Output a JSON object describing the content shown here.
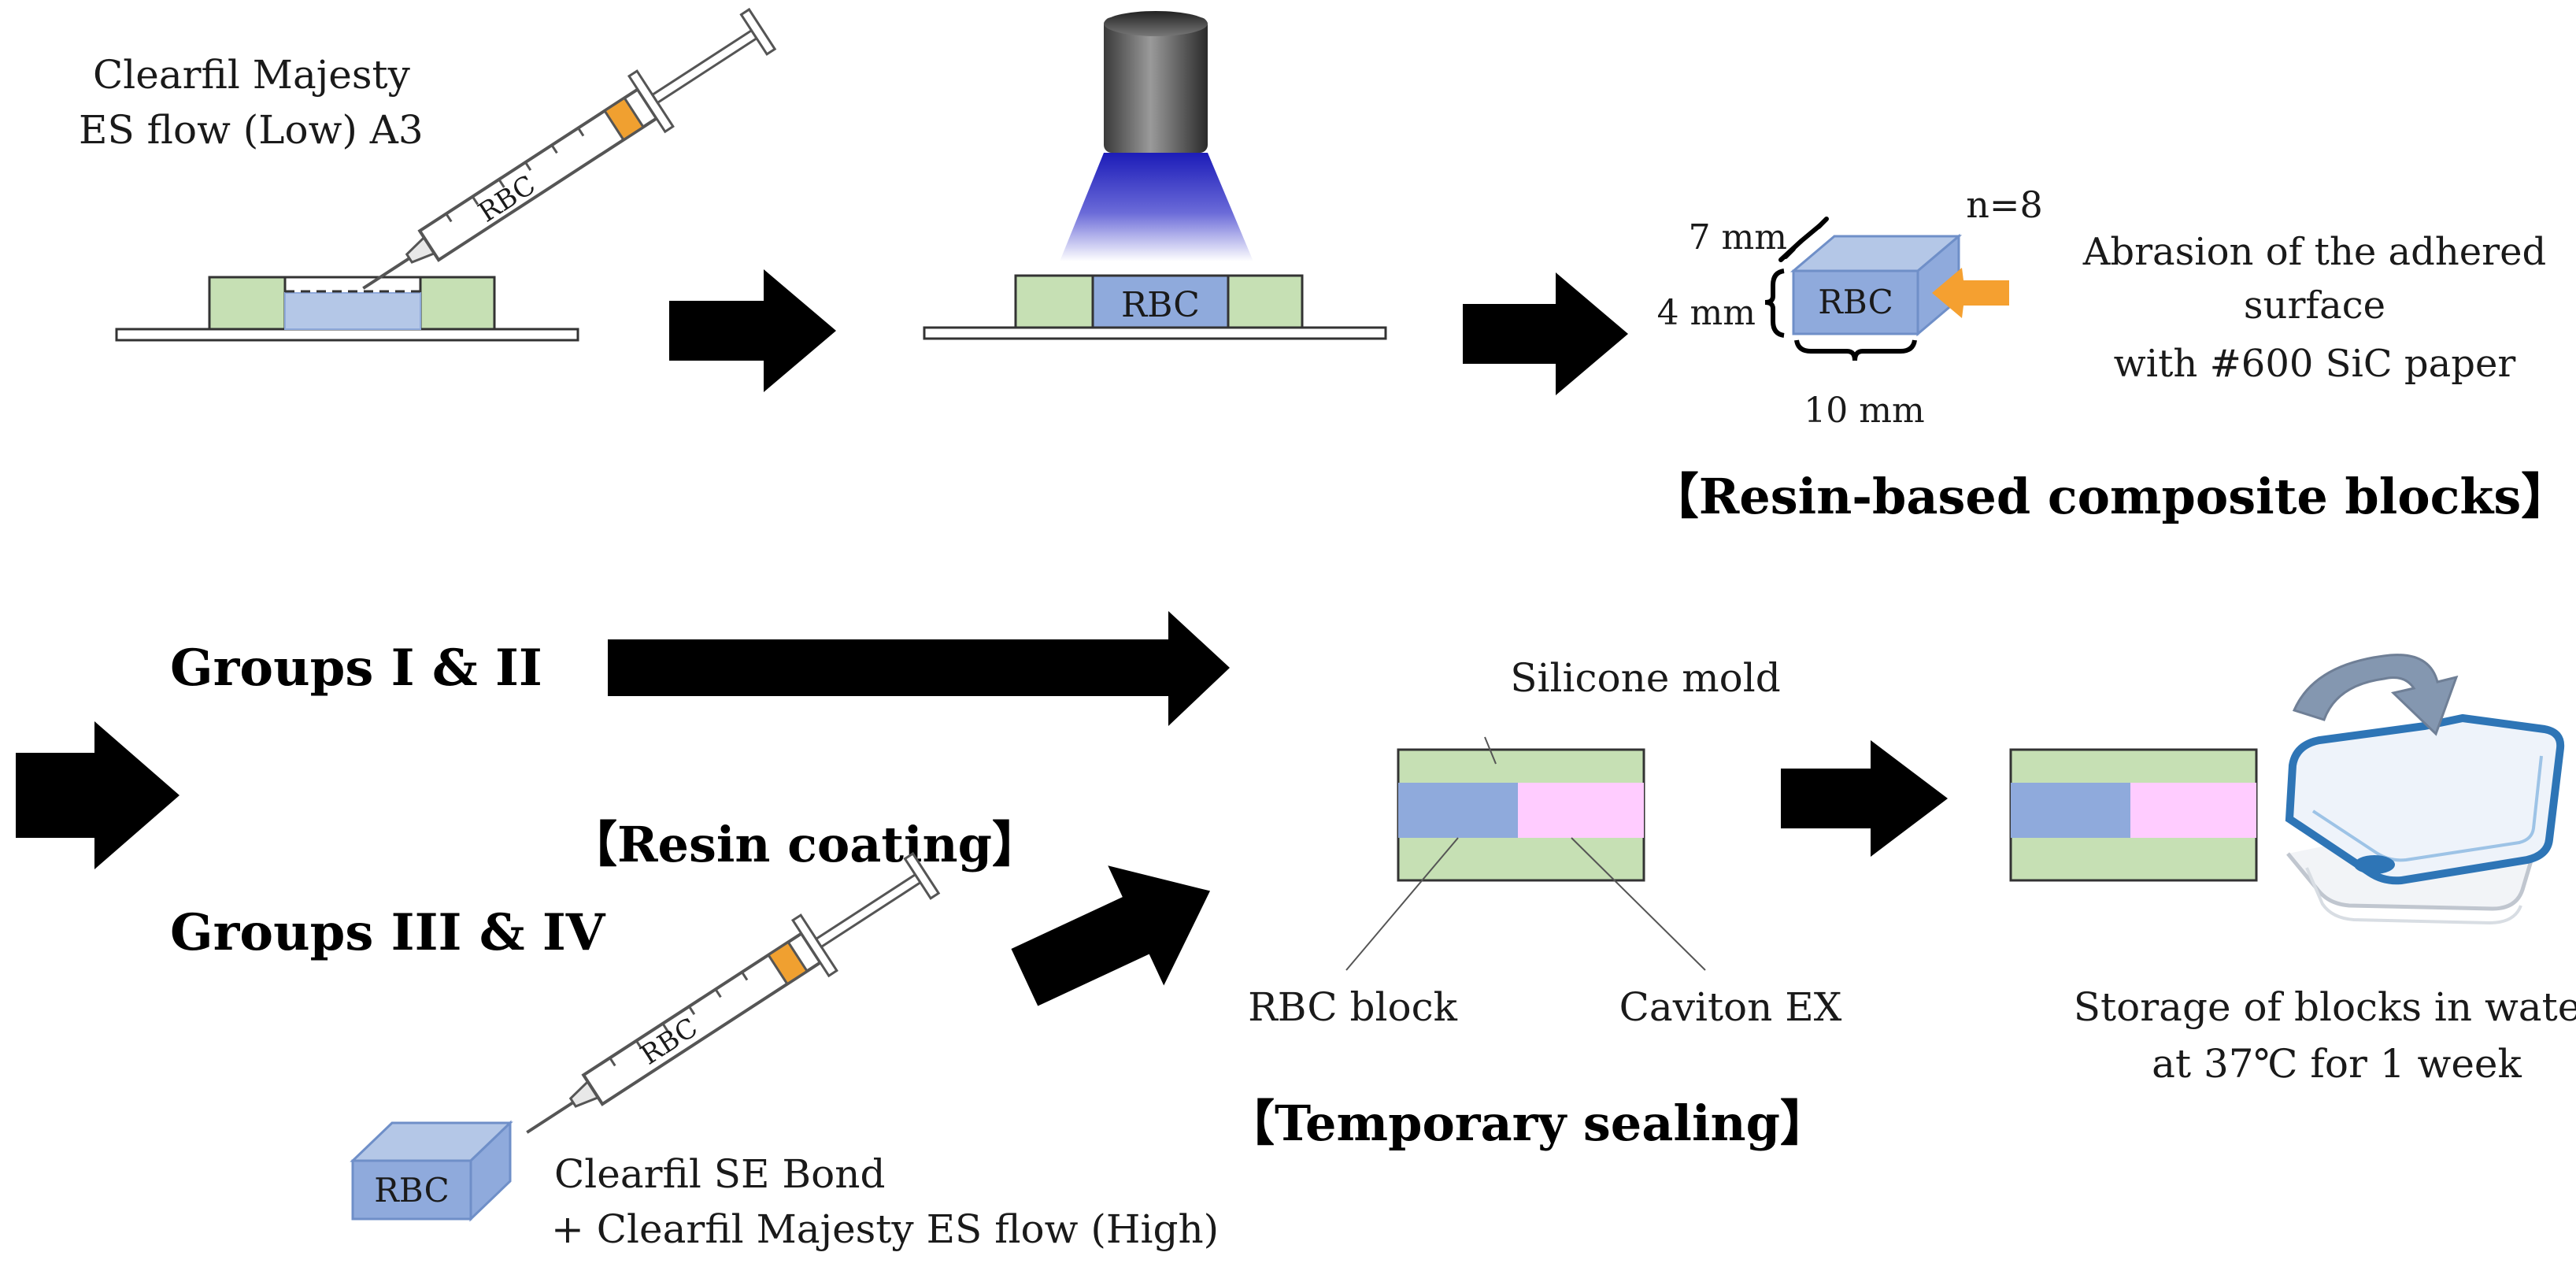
{
  "colors": {
    "mold_green": "#c6e0b4",
    "rbc_blue": "#8faadc",
    "rbc_blue_light": "#b4c7e7",
    "caviton_pink": "#ffccff",
    "arrow_black": "#000000",
    "arrow_orange": "#f5a030",
    "light_blue": "#2a2ad0",
    "curved_arrow": "#8497b0"
  },
  "labels": {
    "majesty_low_line1": "Clearfil Majesty",
    "majesty_low_line2": "ES flow (Low) A3",
    "syringe_text": "RBC",
    "rbc": "RBC",
    "n": "n=8",
    "dim_7": "7 mm",
    "dim_4": "4 mm",
    "dim_10": "10 mm",
    "abrasion_line1": "Abrasion of the adhered",
    "abrasion_line2": "surface",
    "abrasion_line3": "with #600 SiC paper",
    "blocks_heading": "【Resin-based composite blocks】",
    "groups_1_2": "Groups I & II",
    "groups_3_4": "Groups III & IV",
    "resin_coating": "【Resin coating】",
    "silicone_mold": "Silicone mold",
    "rbc_block": "RBC block",
    "caviton": "Caviton EX",
    "temporary_sealing": "【Temporary sealing】",
    "storage_line1": "Storage of blocks in water",
    "storage_line2": "at 37℃ for 1 week",
    "se_bond_line1": "Clearfil SE Bond",
    "se_bond_line2": "+ Clearfil Majesty ES flow (High)"
  },
  "icons": [
    "syringe-icon",
    "curing-light-icon",
    "rbc-block-icon",
    "water-container-icon",
    "curved-arrow-icon",
    "block-arrow-icon"
  ]
}
